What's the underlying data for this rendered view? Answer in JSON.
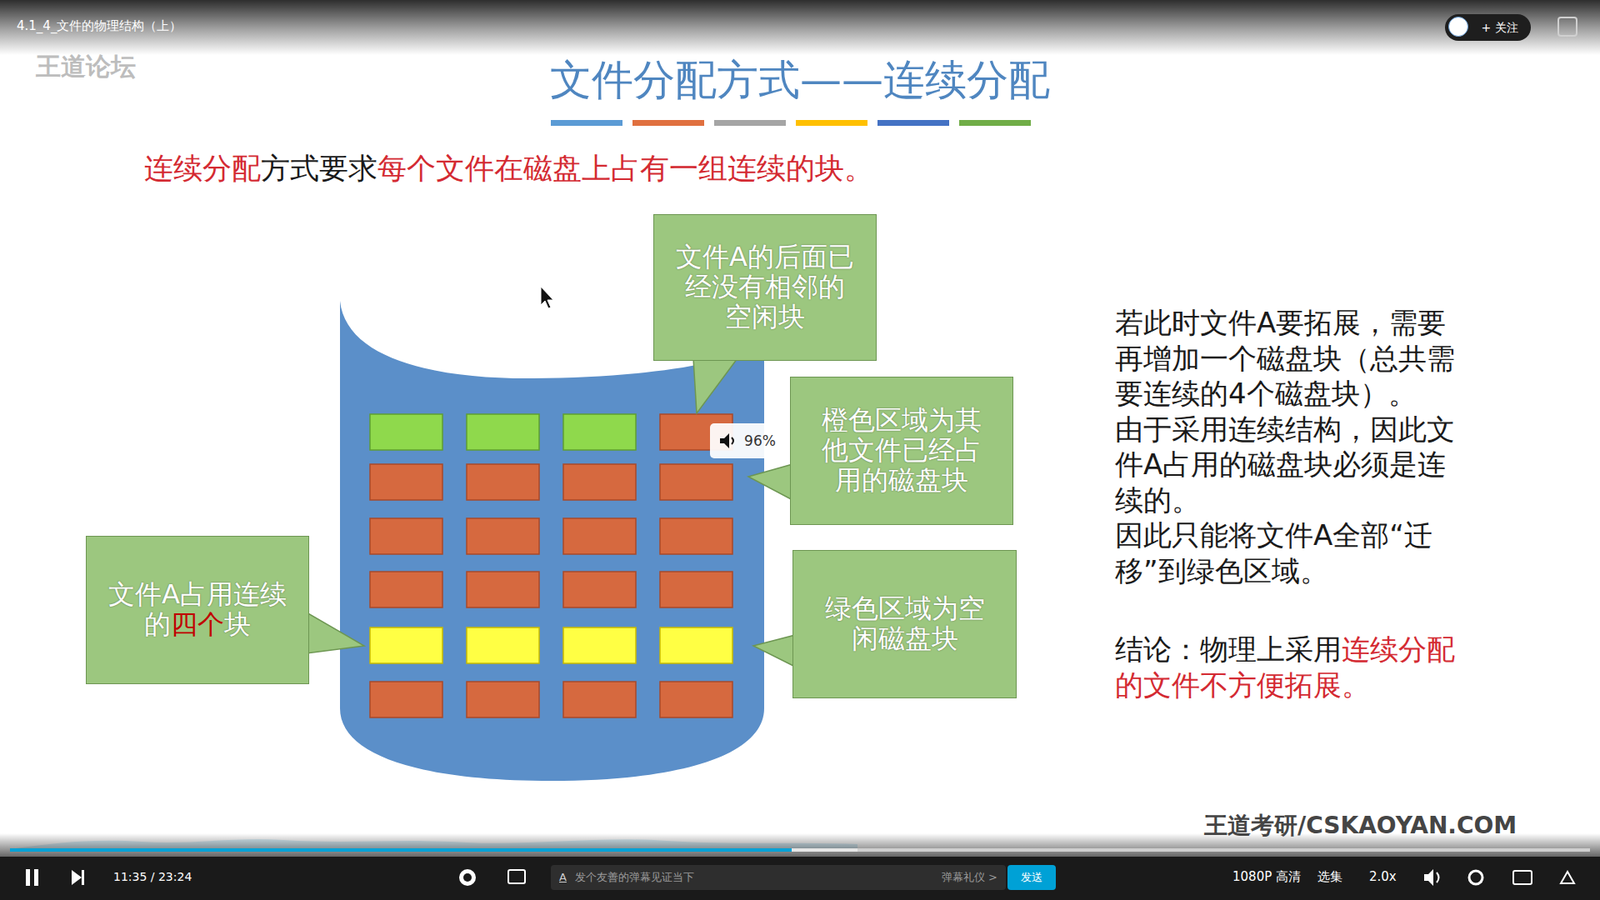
{
  "diagram": {
    "title": "文件分配方式——连续分配",
    "nodes": [
      {
        "text": [
          "+ 关注"
        ]
      },
      {
        "text": [
          "文件A的后面已经没有相邻的空闲块"
        ]
      },
      {
        "text": [
          "橙色区域为其他文件已经占用的磁盘块"
        ]
      },
      {
        "text": [
          "96%"
        ]
      },
      {
        "text": [
          "文件A占用连续的",
          "四个",
          "块"
        ]
      },
      {
        "text": [
          "绿色区域为空闲磁盘块"
        ]
      },
      {
        "text": [
          "A",
          "发个友善的弹幕见证当下",
          "弹幕礼仪 >"
        ]
      },
      {
        "text": [
          "发送"
        ]
      }
    ],
    "labels": [
      "4.1_4_文件的物理结构（上）",
      "王道论坛",
      "连续分配",
      "方式要求",
      "每个文件在磁盘上占有一组连续的块。",
      "若此时文件A要拓展，需要再增加一个磁盘块（总共需要连续的4个磁盘块）。",
      "由于采用连续结构，因此文件A占用的磁盘块必须是连续的。",
      "因此只能将文件A全部“迁移”到绿色区域。",
      "结论：物理上采用",
      "连续分配的文件不方便拓展。",
      "王道考研/CSKAOYAN.COM",
      "11:35 / 23:24",
      "1080P 高清",
      "选集",
      "2.0x"
    ]
  }
}
